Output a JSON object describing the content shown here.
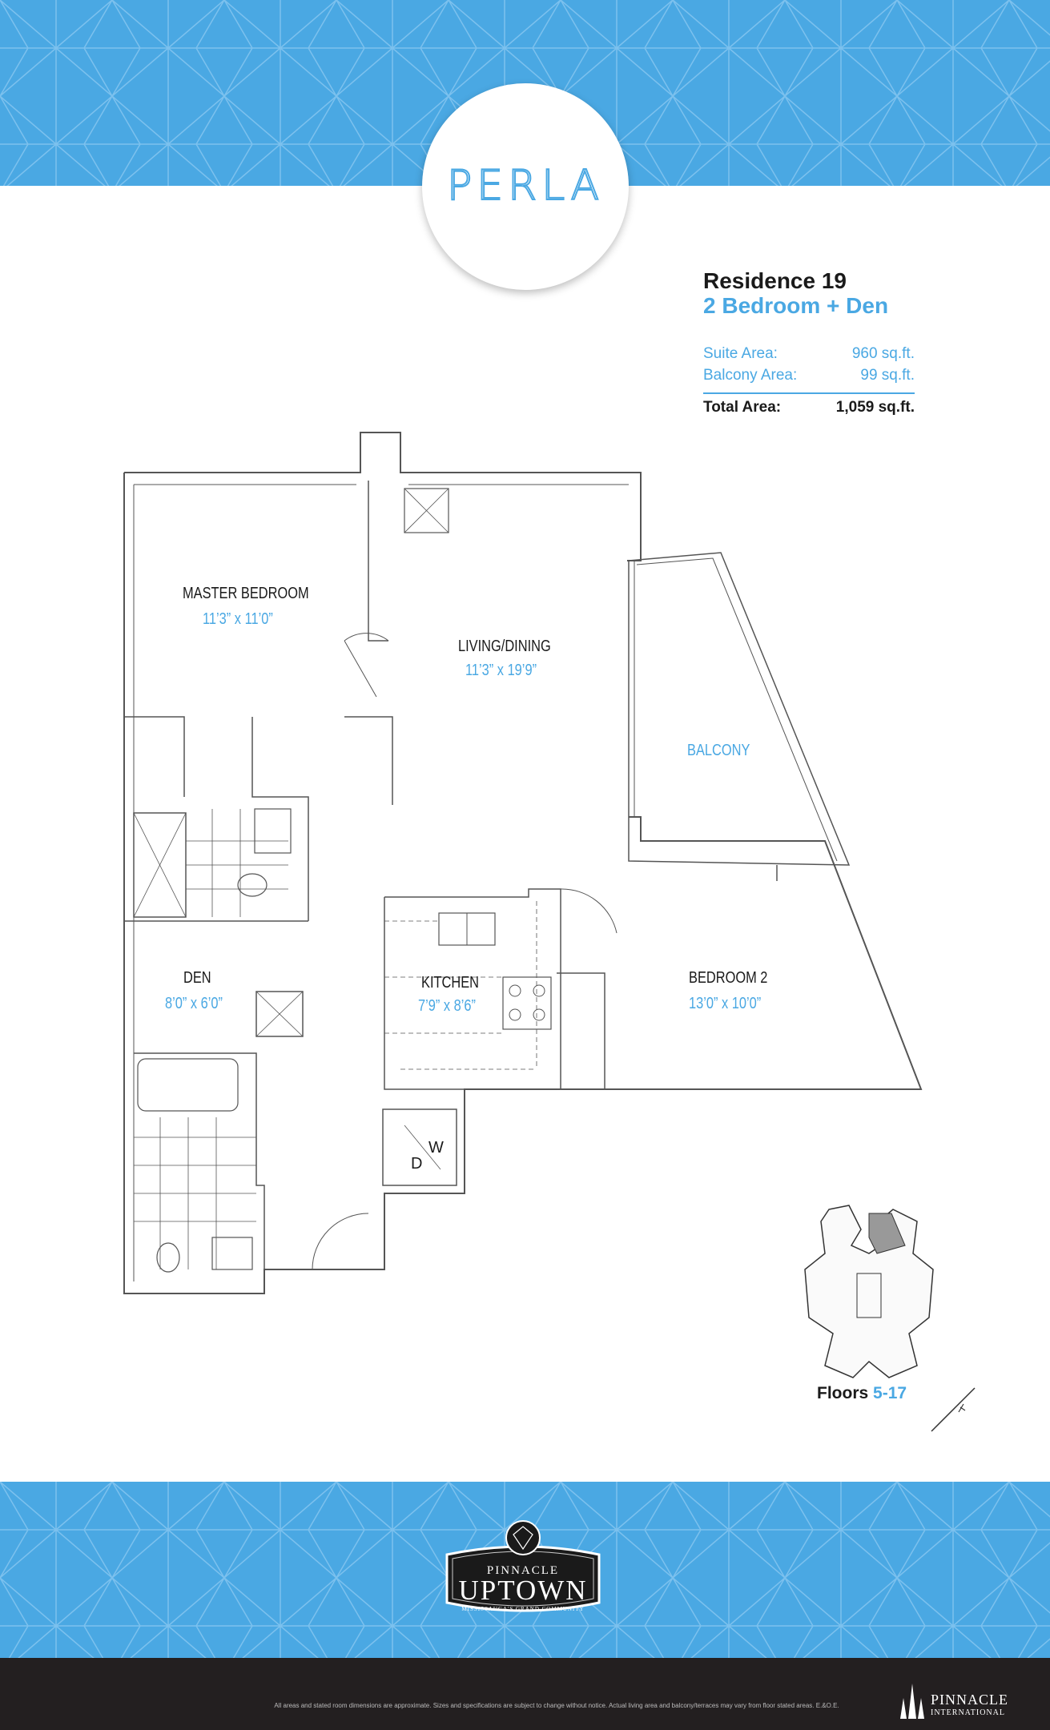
{
  "brand": {
    "name": "PERLA",
    "accent": "#4aa8e3",
    "dark": "#231f20"
  },
  "residence": {
    "title": "Residence 19",
    "subtitle": "2 Bedroom + Den",
    "suite_label": "Suite Area:",
    "suite_value": "960 sq.ft.",
    "balcony_label": "Balcony Area:",
    "balcony_value": "99 sq.ft.",
    "total_label": "Total Area:",
    "total_value": "1,059 sq.ft."
  },
  "rooms": {
    "master": {
      "name": "MASTER BEDROOM",
      "dim": "11’3” x 11’0”"
    },
    "living": {
      "name": "LIVING/DINING",
      "dim": "11’3” x 19’9”"
    },
    "balcony": {
      "name": "BALCONY"
    },
    "den": {
      "name": "DEN",
      "dim": "8’0” x 6’0”"
    },
    "kitchen": {
      "name": "KITCHEN",
      "dim": "7’9” x 8’6”"
    },
    "bedroom2": {
      "name": "BEDROOM 2",
      "dim": "13’0” x 10’0”"
    },
    "laundry_d": "D",
    "laundry_w": "W"
  },
  "floors": {
    "label": "Floors",
    "range": "5-17"
  },
  "uptown": {
    "line1": "PINNACLE",
    "line2": "UPTOWN",
    "line3": "MISSISSAUGA'S GRAND COMMUNITY"
  },
  "footer": {
    "note": "All areas and stated room dimensions are approximate. Sizes and specifications are subject to change without notice. Actual living area and balcony/terraces may vary from floor stated areas. E.&O.E.",
    "company": "PINNACLE",
    "company_sub": "INTERNATIONAL"
  }
}
